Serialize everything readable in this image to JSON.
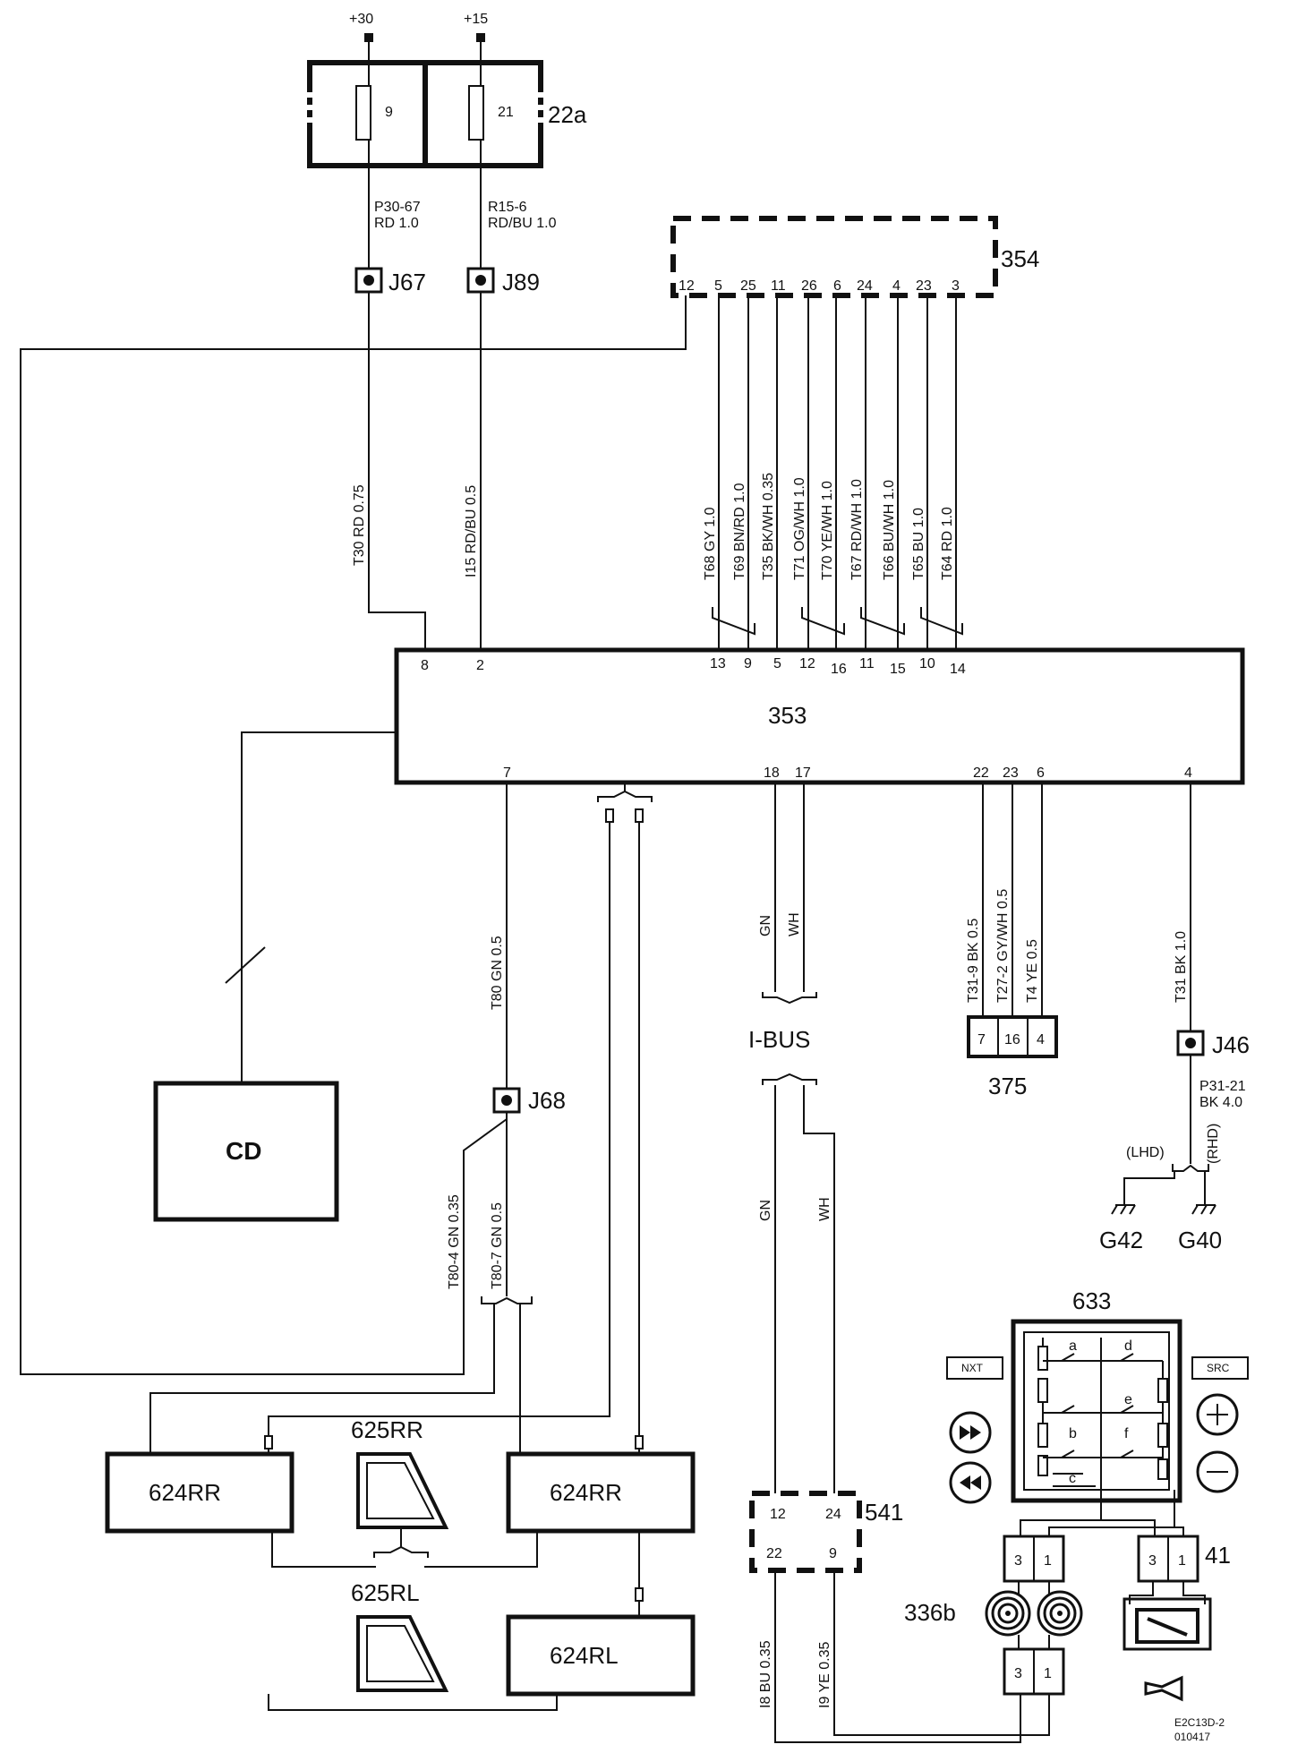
{
  "supplies": {
    "b30": "+30",
    "b15": "+15"
  },
  "fusebox": {
    "id": "22a",
    "fuse1": "9",
    "fuse2": "21"
  },
  "wires_top": {
    "w1a": "P30-67",
    "w1b": "RD 1.0",
    "w2a": "R15-6",
    "w2b": "RD/BU 1.0"
  },
  "splices": {
    "j67": "J67",
    "j89": "J89",
    "j68": "J68",
    "j46": "J46"
  },
  "conn354": {
    "id": "354",
    "pins": [
      "12",
      "5",
      "25",
      "11",
      "26",
      "6",
      "24",
      "4",
      "23",
      "3"
    ]
  },
  "bus_wires": [
    "T68  GY  1.0",
    "T69  BN/RD  1.0",
    "T35  BK/WH  0.35",
    "T71  OG/WH  1.0",
    "T70  YE/WH  1.0",
    "T67  RD/WH  1.0",
    "T66  BU/WH  1.0",
    "T65  BU  1.0",
    "T64  RD  1.0"
  ],
  "left_wires": {
    "t30": "T30  RD  0.75",
    "i15": "I15  RD/BU  0.5"
  },
  "unit353": {
    "id": "353",
    "top_pins": [
      "8",
      "2",
      "13",
      "9",
      "5",
      "12",
      "16",
      "11",
      "15",
      "10",
      "14"
    ],
    "bottom_pins": [
      "7",
      "18",
      "17",
      "22",
      "23",
      "6",
      "4"
    ]
  },
  "cd": {
    "label": "CD"
  },
  "t80": {
    "main": "T80  GN  0.5",
    "b4": "T80-4  GN  0.35",
    "b7": "T80-7  GN  0.5"
  },
  "ibus": {
    "label": "I-BUS",
    "gn": "GN",
    "wh": "WH"
  },
  "conn375": {
    "id": "375",
    "pins": [
      "7",
      "16",
      "4"
    ],
    "wires": [
      "T31-9  BK  0.5",
      "T27-2  GY/WH  0.5",
      "T4  YE  0.5"
    ]
  },
  "ground": {
    "t31": "T31  BK  1.0",
    "p31a": "P31-21",
    "p31b": "BK 4.0",
    "lhd": "(LHD)",
    "rhd": "(RHD)",
    "g42": "G42",
    "g40": "G40"
  },
  "speakers": {
    "s1": "624RR",
    "s2": "624RR",
    "s3": "624RL",
    "t1": "625RR",
    "t2": "625RL"
  },
  "conn541": {
    "id": "541",
    "pins": [
      "12",
      "24",
      "22",
      "9"
    ],
    "wires": [
      "I8  BU  0.35",
      "I9  YE  0.35"
    ]
  },
  "sw633": {
    "id": "633",
    "switches": [
      "a",
      "b",
      "c",
      "d",
      "e",
      "f"
    ],
    "nxt": "NXT",
    "src": "SRC"
  },
  "conn41": {
    "id": "41",
    "pins": [
      "3",
      "1"
    ]
  },
  "conn336b": {
    "id": "336b",
    "pins": [
      "3",
      "1"
    ]
  },
  "footer": {
    "code1": "E2C13D-2",
    "code2": "010417"
  }
}
